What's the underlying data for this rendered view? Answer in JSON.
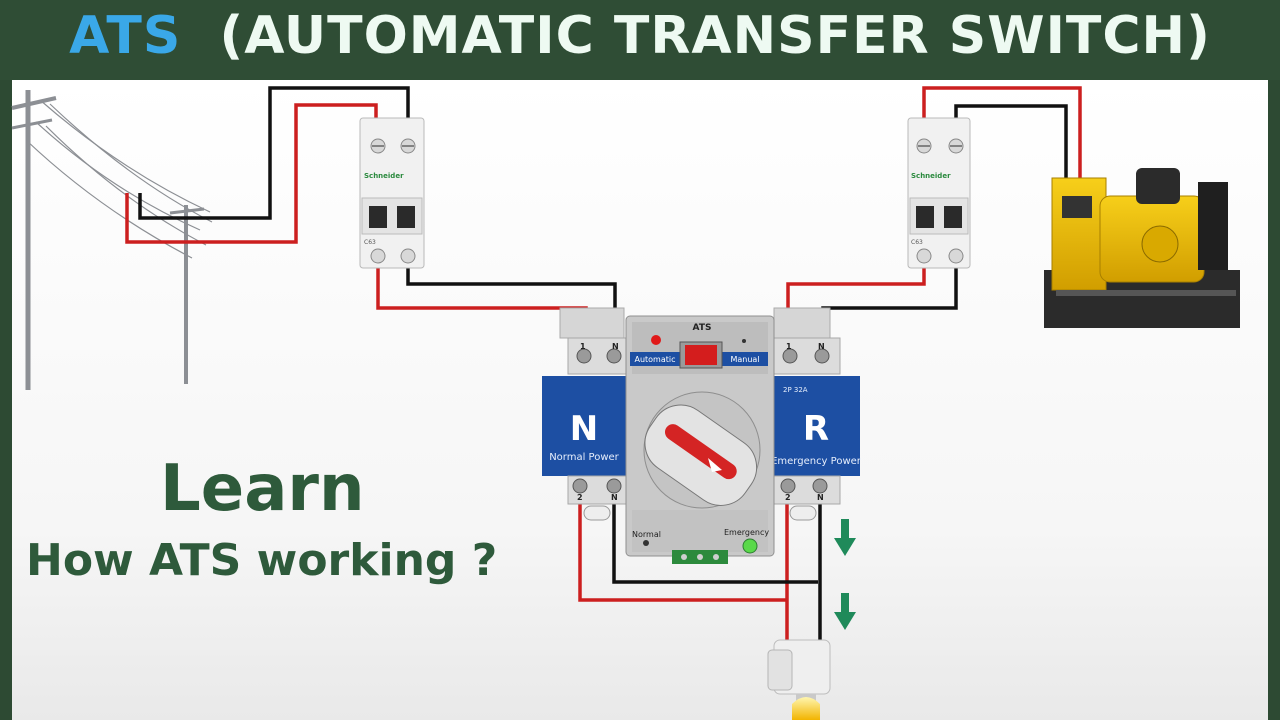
{
  "header": {
    "acronym": "ATS",
    "title_rest": "(AUTOMATIC TRANSFER SWITCH)"
  },
  "caption": {
    "line1": "Learn",
    "line2": "How ATS working ?"
  },
  "breakers": {
    "brand": "Schneider",
    "rating": "C63"
  },
  "ats": {
    "label": "ATS",
    "mode_automatic": "Automatic",
    "mode_manual": "Manual",
    "left_letter": "N",
    "left_caption": "Normal Power",
    "right_letter": "R",
    "right_caption": "Emergency Power",
    "spec": "2P 32A",
    "terminal_1": "1",
    "terminal_2": "2",
    "terminal_n": "N",
    "indicator_normal": "Normal",
    "indicator_emergency": "Emergency"
  },
  "colors": {
    "title_accent": "#3aa8e8",
    "caption_green": "#2e5a3b",
    "live_wire": "#cc1f1f",
    "neutral_wire": "#111111",
    "ats_blue": "#1d4fa3",
    "arrow_green": "#1f8a5a",
    "generator_yellow": "#f2c200"
  }
}
